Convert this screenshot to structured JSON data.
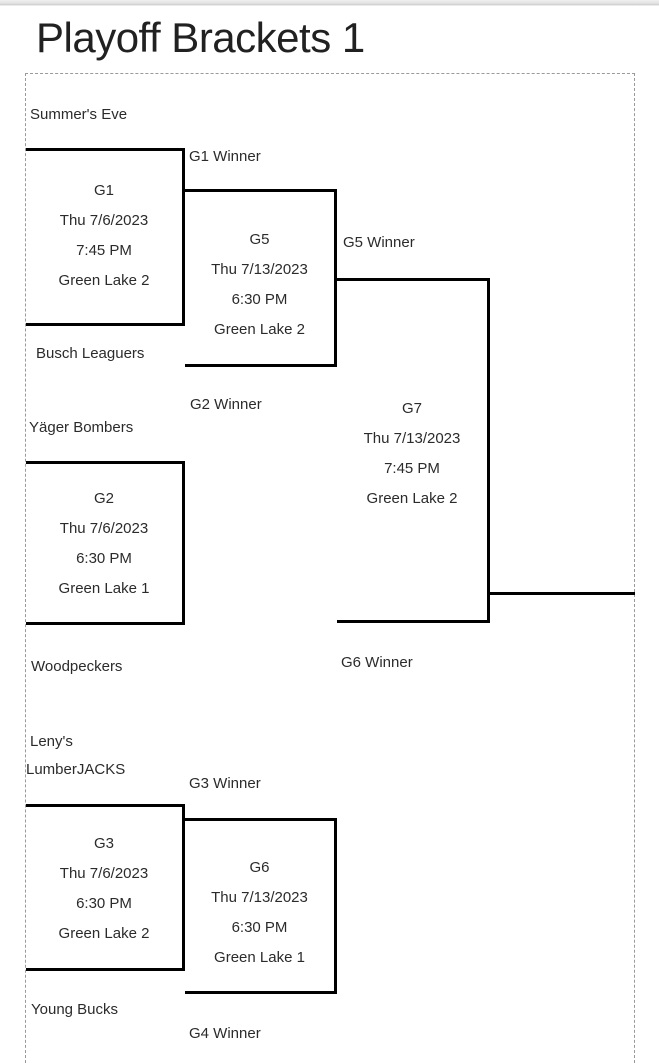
{
  "window": {
    "title": "Playoff Brackets 1"
  },
  "bracket": {
    "teams": [
      {
        "name": "Summer's Eve"
      },
      {
        "name": "Busch Leaguers"
      },
      {
        "name": "Yäger Bombers"
      },
      {
        "name": "Woodpeckers"
      },
      {
        "name": "Leny's"
      },
      {
        "name": "LumberJACKS"
      },
      {
        "name": "Young Bucks"
      }
    ],
    "winner_labels": [
      {
        "text": "G1 Winner"
      },
      {
        "text": "G2 Winner"
      },
      {
        "text": "G5 Winner"
      },
      {
        "text": "G6 Winner"
      },
      {
        "text": "G3 Winner"
      },
      {
        "text": "G4 Winner"
      }
    ],
    "games": [
      {
        "id": "G1",
        "name": "G1",
        "date": "Thu 7/6/2023",
        "time": "7:45 PM",
        "venue": "Green Lake 2"
      },
      {
        "id": "G2",
        "name": "G2",
        "date": "Thu 7/6/2023",
        "time": "6:30 PM",
        "venue": "Green Lake 1"
      },
      {
        "id": "G3",
        "name": "G3",
        "date": "Thu 7/6/2023",
        "time": "6:30 PM",
        "venue": "Green Lake 2"
      },
      {
        "id": "G5",
        "name": "G5",
        "date": "Thu 7/13/2023",
        "time": "6:30 PM",
        "venue": "Green Lake 2"
      },
      {
        "id": "G6",
        "name": "G6",
        "date": "Thu 7/13/2023",
        "time": "6:30 PM",
        "venue": "Green Lake 1"
      },
      {
        "id": "G7",
        "name": "G7",
        "date": "Thu 7/13/2023",
        "time": "7:45 PM",
        "venue": "Green Lake 2"
      }
    ]
  },
  "colors": {
    "line": "#000000",
    "frame_dash": "#9a9a9a",
    "text": "#2b2b2b",
    "title": "#212121"
  }
}
